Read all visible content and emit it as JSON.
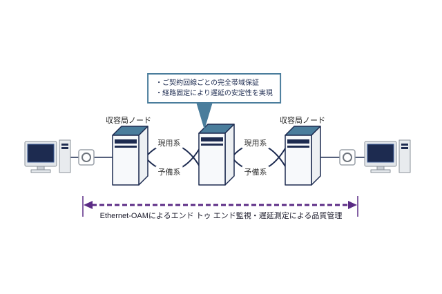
{
  "labels": {
    "left_node": "収容局ノード",
    "right_node": "収容局ノード",
    "active_path": "現用系",
    "standby_path": "予備系",
    "caption": "Ethernet-OAMによるエンド トゥ エンド監視・遅延測定による品質管理"
  },
  "callout": {
    "line1": "・ご契約回線ごとの完全帯域保証",
    "line2": "・経路固定により遅延の安定性を実現"
  },
  "colors": {
    "arrow_purple": "#5b2b85",
    "box_teal": "#4a7d9c",
    "line_navy": "#1d2b50"
  }
}
